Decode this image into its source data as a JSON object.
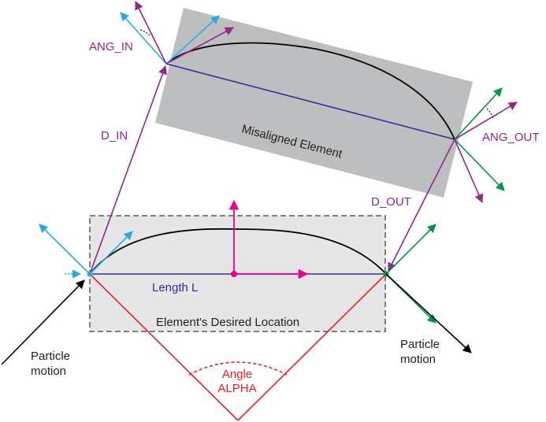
{
  "labels": {
    "ang_in": "ANG_IN",
    "d_in": "D_IN",
    "misaligned": "Misaligned Element",
    "ang_out": "ANG_OUT",
    "d_out": "D_OUT",
    "length": "Length L",
    "desired": "Element's Desired Location",
    "particle_in_1": "Particle",
    "particle_in_2": "motion",
    "particle_out_1": "Particle",
    "particle_out_2": "motion",
    "angle_1": "Angle",
    "angle_2": "ALPHA"
  },
  "colors": {
    "purple": "#92278f",
    "blue": "#29abe2",
    "green": "#009444",
    "magenta": "#ec008c",
    "navy": "#2e3192",
    "red": "#ed1c24",
    "black": "#000000",
    "desired_fill": "#e6e6e6",
    "misaligned_fill": "#bcbec0"
  }
}
